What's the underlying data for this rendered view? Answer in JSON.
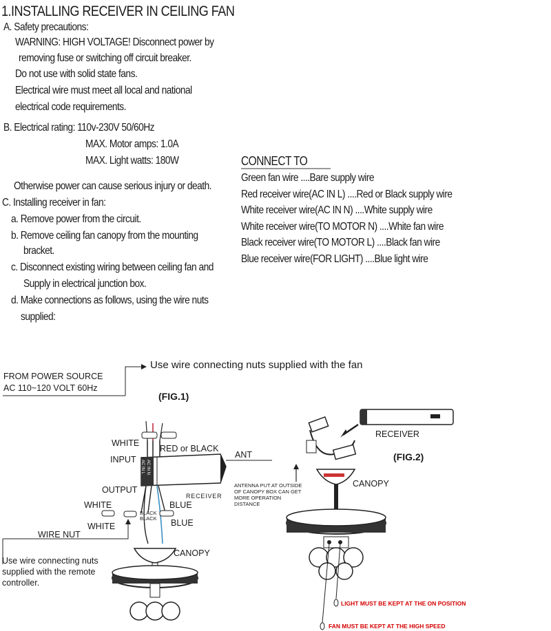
{
  "title": "1.INSTALLING RECEIVER IN CEILING FAN",
  "section_a": {
    "heading": "A. Safety precautions:",
    "lines": [
      "WARNING: HIGH VOLTAGE!  Disconnect power by",
      "removing fuse or switching off circuit breaker.",
      "Do not use with solid state fans.",
      "Electrical wire must meet all local and national",
      "electrical code requirements."
    ]
  },
  "section_b": {
    "heading": "B. Electrical rating: 110v-230V  50/60Hz",
    "lines": [
      "MAX. Motor amps: 1.0A",
      "MAX. Light watts: 180W"
    ]
  },
  "warning": "Otherwise power can cause serious injury or death.",
  "section_c": {
    "heading": "C. Installing receiver in fan:",
    "lines": [
      "a. Remove power from the circuit.",
      "b. Remove ceiling fan canopy from the mounting",
      "bracket.",
      "c. Disconnect existing wiring between ceiling fan and",
      "Supply in electrical junction box.",
      "d. Make connections as follows, using the wire nuts",
      "supplied:"
    ]
  },
  "connect_table": {
    "header": "CONNECT     TO",
    "rows": [
      "Green fan wire ....Bare supply wire",
      "Red receiver wire(AC IN L) ....Red or Black  supply wire",
      "White receiver wire(AC IN N) ....White supply wire",
      "White receiver wire(TO MOTOR N) ....White fan wire",
      "Black receiver wire(TO MOTOR L) ....Black fan wire",
      "Blue receiver wire(FOR LIGHT) ....Blue light wire"
    ]
  },
  "diagram": {
    "use_nuts_fan": "Use wire connecting nuts supplied  with the fan",
    "from_power_1": "FROM POWER SOURCE",
    "from_power_2": "AC 110~120 VOLT 60Hz",
    "fig1": "(FIG.1)",
    "fig2": "(FIG.2)",
    "white_top": "WHITE",
    "red_or_black": "RED or BLACK",
    "input": "INPUT",
    "ant": "ANT",
    "output": "OUTPUT",
    "receiver_label": "RECEIVER",
    "white_1": "WHITE",
    "white_2": "WHITE",
    "blue_1": "BLUE",
    "blue_2": "BLUE",
    "black_1": "BLACK",
    "black_2": "BLACK",
    "wire_nut": "WIRE NUT",
    "canopy_1": "CANOPY",
    "canopy_2": "CANOPY",
    "remote_nuts_1": "Use wire connecting nuts",
    "remote_nuts_2": "supplied with the remote",
    "remote_nuts_3": "controller.",
    "receiver_fig2": "RECEIVER",
    "antenna_1": "ANTENNA PUT AT OUTSIDE",
    "antenna_2": "OF CANOPY BOX CAN GET",
    "antenna_3": "MORE OPERATION",
    "antenna_4": "DISTANCE",
    "receiver_in_1": "AC IN L",
    "receiver_in_2": "AC IN N",
    "light_note": "LIGHT MUST BE  KEPT AT THE  ON POSITION",
    "fan_note": "FAN MUST BE KEPT AT THE HIGH SPEED"
  }
}
